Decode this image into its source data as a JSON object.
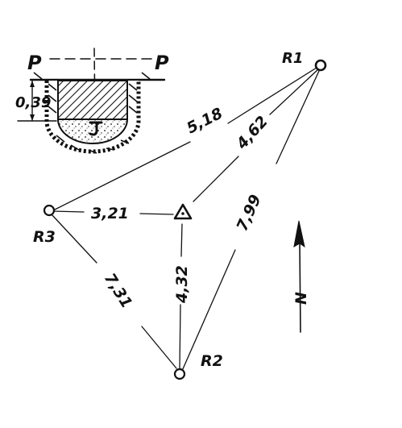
{
  "diagram": {
    "colors": {
      "ink": "#111111",
      "paper": "#ffffff"
    },
    "points": {
      "r1": {
        "label": "R1",
        "symbol": "circle"
      },
      "r2": {
        "label": "R2",
        "symbol": "circle"
      },
      "r3": {
        "label": "R3",
        "symbol": "circle"
      },
      "station": {
        "label": "",
        "symbol": "triangle-with-dot"
      }
    },
    "distances": [
      {
        "from": "r3",
        "to": "r1",
        "value": "5,18"
      },
      {
        "from": "station",
        "to": "r1",
        "value": "4,62"
      },
      {
        "from": "r2",
        "to": "r1",
        "value": "7,99"
      },
      {
        "from": "r3",
        "to": "station",
        "value": "3,21"
      },
      {
        "from": "station",
        "to": "r2",
        "value": "4,32"
      },
      {
        "from": "r3",
        "to": "r2",
        "value": "7,31"
      }
    ],
    "north": {
      "label": "N",
      "icon": "north-arrow-icon"
    },
    "cross_section": {
      "left_label": "P",
      "right_label": "P",
      "depth": "0,39",
      "icon": "trench-cross-section-icon"
    }
  }
}
